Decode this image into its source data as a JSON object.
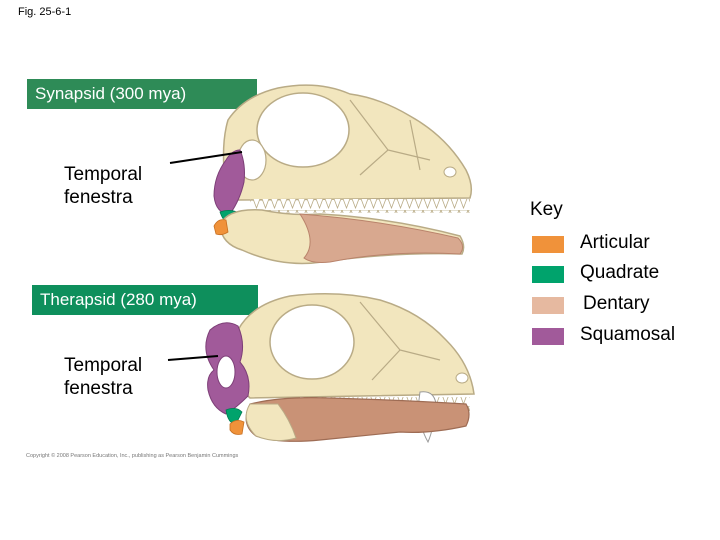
{
  "figure_label": "Fig. 25-6-1",
  "synapsid": {
    "title": "Synapsid (300 mya)",
    "temporal_fenestra_line1": "Temporal",
    "temporal_fenestra_line2": "fenestra"
  },
  "therapsid": {
    "title": "Therapsid (280 mya)",
    "temporal_fenestra_line1": "Temporal",
    "temporal_fenestra_line2": "fenestra"
  },
  "key": {
    "title": "Key",
    "items": [
      {
        "label": "Articular",
        "color": "#f0923a"
      },
      {
        "label": "Quadrate",
        "color": "#00a36c"
      },
      {
        "label": "Dentary",
        "color": "#e6b9a0"
      },
      {
        "label": "Squamosal",
        "color": "#a15a9a"
      }
    ]
  },
  "colors": {
    "bone": "#f2e6be",
    "bone_outline": "#b9ab86",
    "dentary_lower": "#d8a88f",
    "dentary_therapsid": "#c99276",
    "banner_green": "#2e8b57"
  },
  "copyright": "Copyright © 2008 Pearson Education, Inc., publishing as Pearson Benjamin Cummings"
}
